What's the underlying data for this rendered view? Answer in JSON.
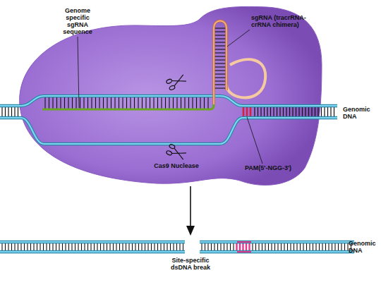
{
  "diagram": {
    "nodes": [
      {
        "text": [
          "Cas9 Nuclease"
        ]
      }
    ],
    "labels": [
      "Genome specific sgRNA sequence",
      "sgRNA (tracrRNA-crRNA chimera)",
      "Genomic DNA",
      "PAM(5'-NGG-3')",
      "Genomic DNA",
      "Site-specific dsDNA break"
    ]
  }
}
